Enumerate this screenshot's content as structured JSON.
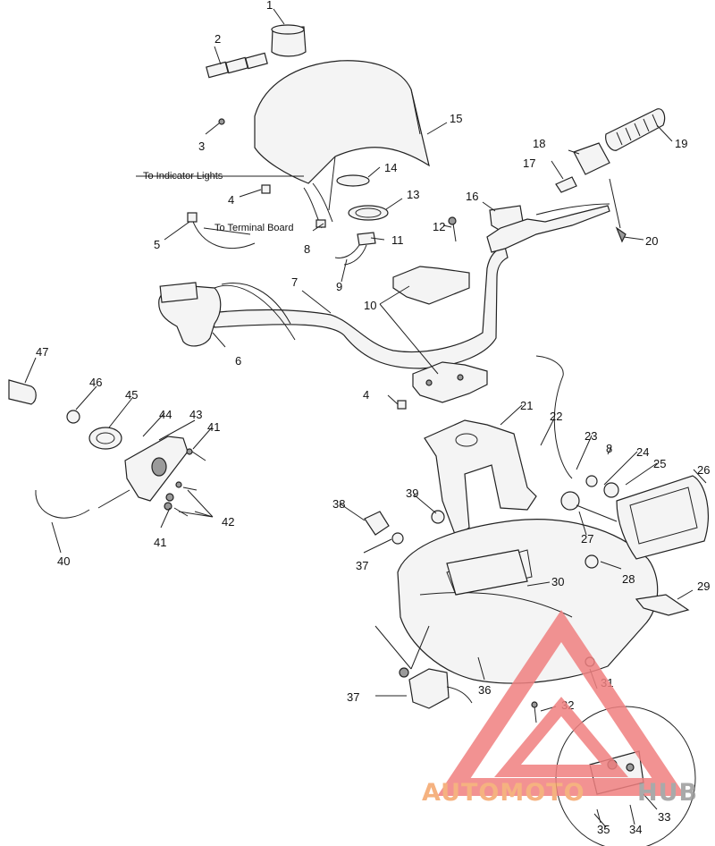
{
  "callouts": [
    "1",
    "2",
    "3",
    "4",
    "5",
    "6",
    "7",
    "8",
    "9",
    "10",
    "11",
    "12",
    "13",
    "14",
    "15",
    "16",
    "17",
    "18",
    "19",
    "20",
    "21",
    "22",
    "23",
    "24",
    "25",
    "26",
    "27",
    "28",
    "29",
    "30",
    "31",
    "32",
    "33",
    "34",
    "35",
    "36",
    "37",
    "38",
    "39",
    "40",
    "41",
    "42",
    "43",
    "44",
    "45",
    "46",
    "47"
  ],
  "notes": {
    "indicator_lights": "To Indicator  Lights",
    "terminal_board": "To Terminal Board"
  },
  "watermark": {
    "part1": "AUTOMOTO",
    "part2": "HUB",
    "color_orange": "#f4a56a",
    "color_gray": "#9b9b9b",
    "triangle_color": "#f08080"
  }
}
